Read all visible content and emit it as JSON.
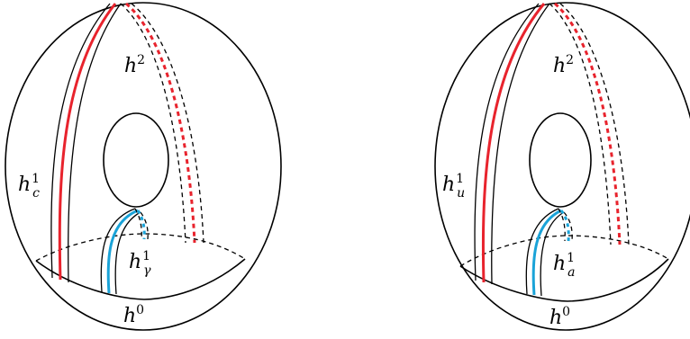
{
  "colors": {
    "red_band": "#e8232d",
    "blue_band": "#1aa3d8",
    "stroke": "#000000"
  },
  "left": {
    "label_h2_base": "h",
    "label_h2_sup": "2",
    "label_h1_base": "h",
    "label_h1_sup": "1",
    "label_h1_sub": "c",
    "label_hgamma_base": "h",
    "label_hgamma_sup": "1",
    "label_hgamma_sub": "γ",
    "label_h0_base": "h",
    "label_h0_sup": "0"
  },
  "right": {
    "label_h2_base": "h",
    "label_h2_sup": "2",
    "label_h1_base": "h",
    "label_h1_sup": "1",
    "label_h1_sub": "u",
    "label_ha_base": "h",
    "label_ha_sup": "1",
    "label_ha_sub": "a",
    "label_h0_base": "h",
    "label_h0_sup": "0"
  }
}
